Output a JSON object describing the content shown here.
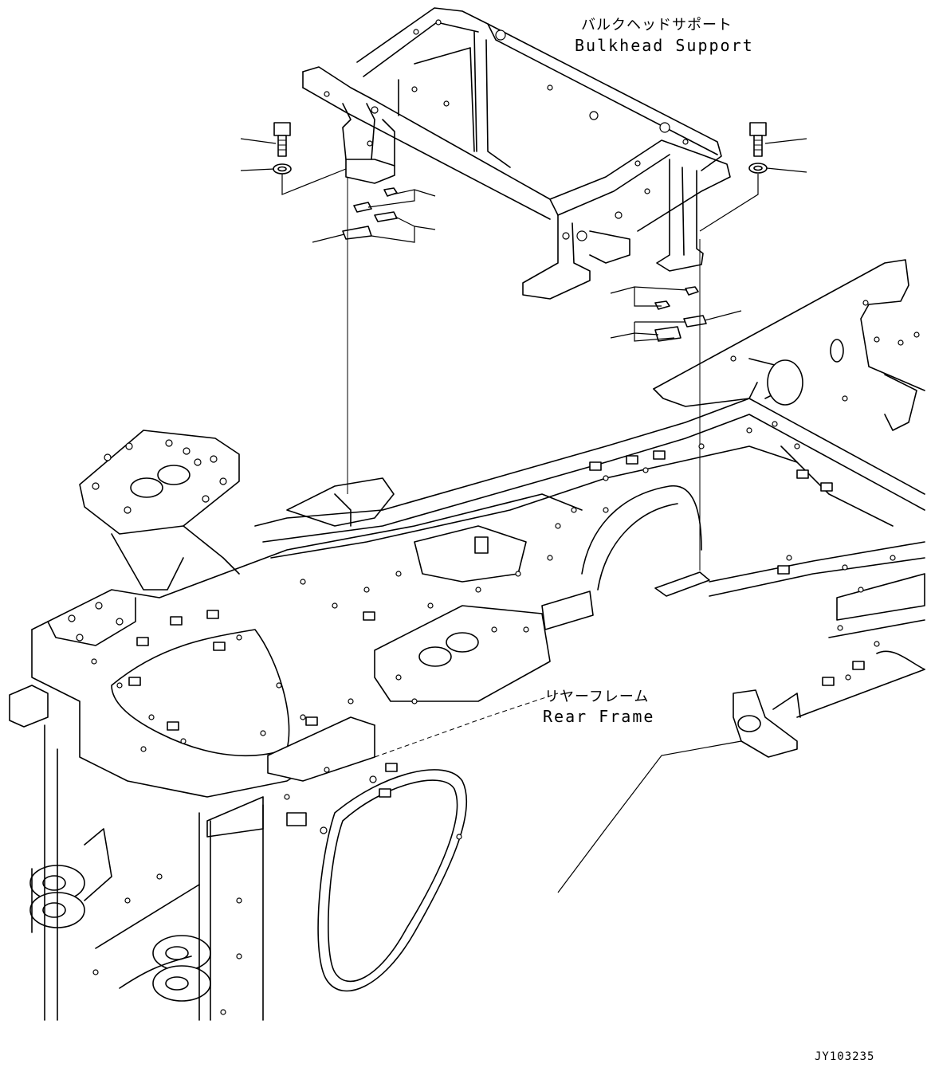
{
  "labels": {
    "bulkhead_support_jp": "バルクヘッドサポート",
    "bulkhead_support_en": "Bulkhead Support",
    "rear_frame_jp": "リヤーフレーム",
    "rear_frame_en": "Rear Frame",
    "drawing_number": "JY103235"
  },
  "icons": {
    "bolt": "bolt-icon",
    "washer": "washer-icon",
    "shim": "shim-icon"
  },
  "colors": {
    "line": "#000000",
    "background": "#ffffff"
  }
}
